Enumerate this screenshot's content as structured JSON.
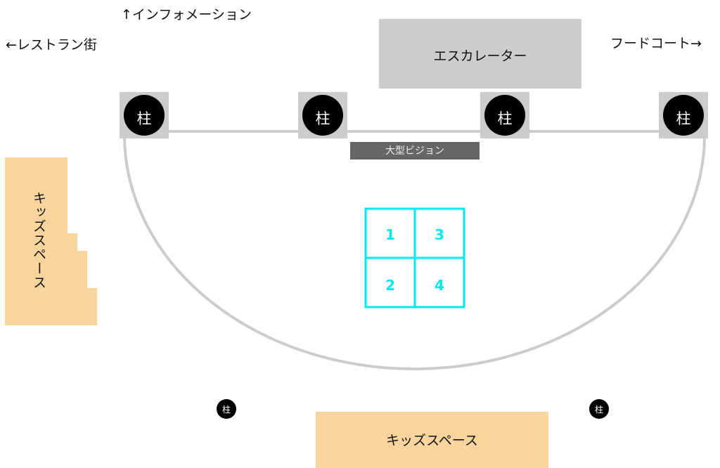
{
  "directions": {
    "information": "↑インフォメーション",
    "restaurants": "←レストラン街",
    "food_court": "フードコート→"
  },
  "escalator": "エスカレーター",
  "vision": "大型ビジョン",
  "pillar_label": "柱",
  "kids_space_left": "キッズスペース",
  "kids_space_bottom": "キッズスペース",
  "grid_cells": [
    "1",
    "2",
    "3",
    "4"
  ],
  "colors": {
    "pillar_bg": "#cccccc",
    "escalator": "#cccccc",
    "vision": "#666666",
    "kids": "#f9d49c",
    "grid": "#00e8f0",
    "boundary": "#cccccc"
  }
}
